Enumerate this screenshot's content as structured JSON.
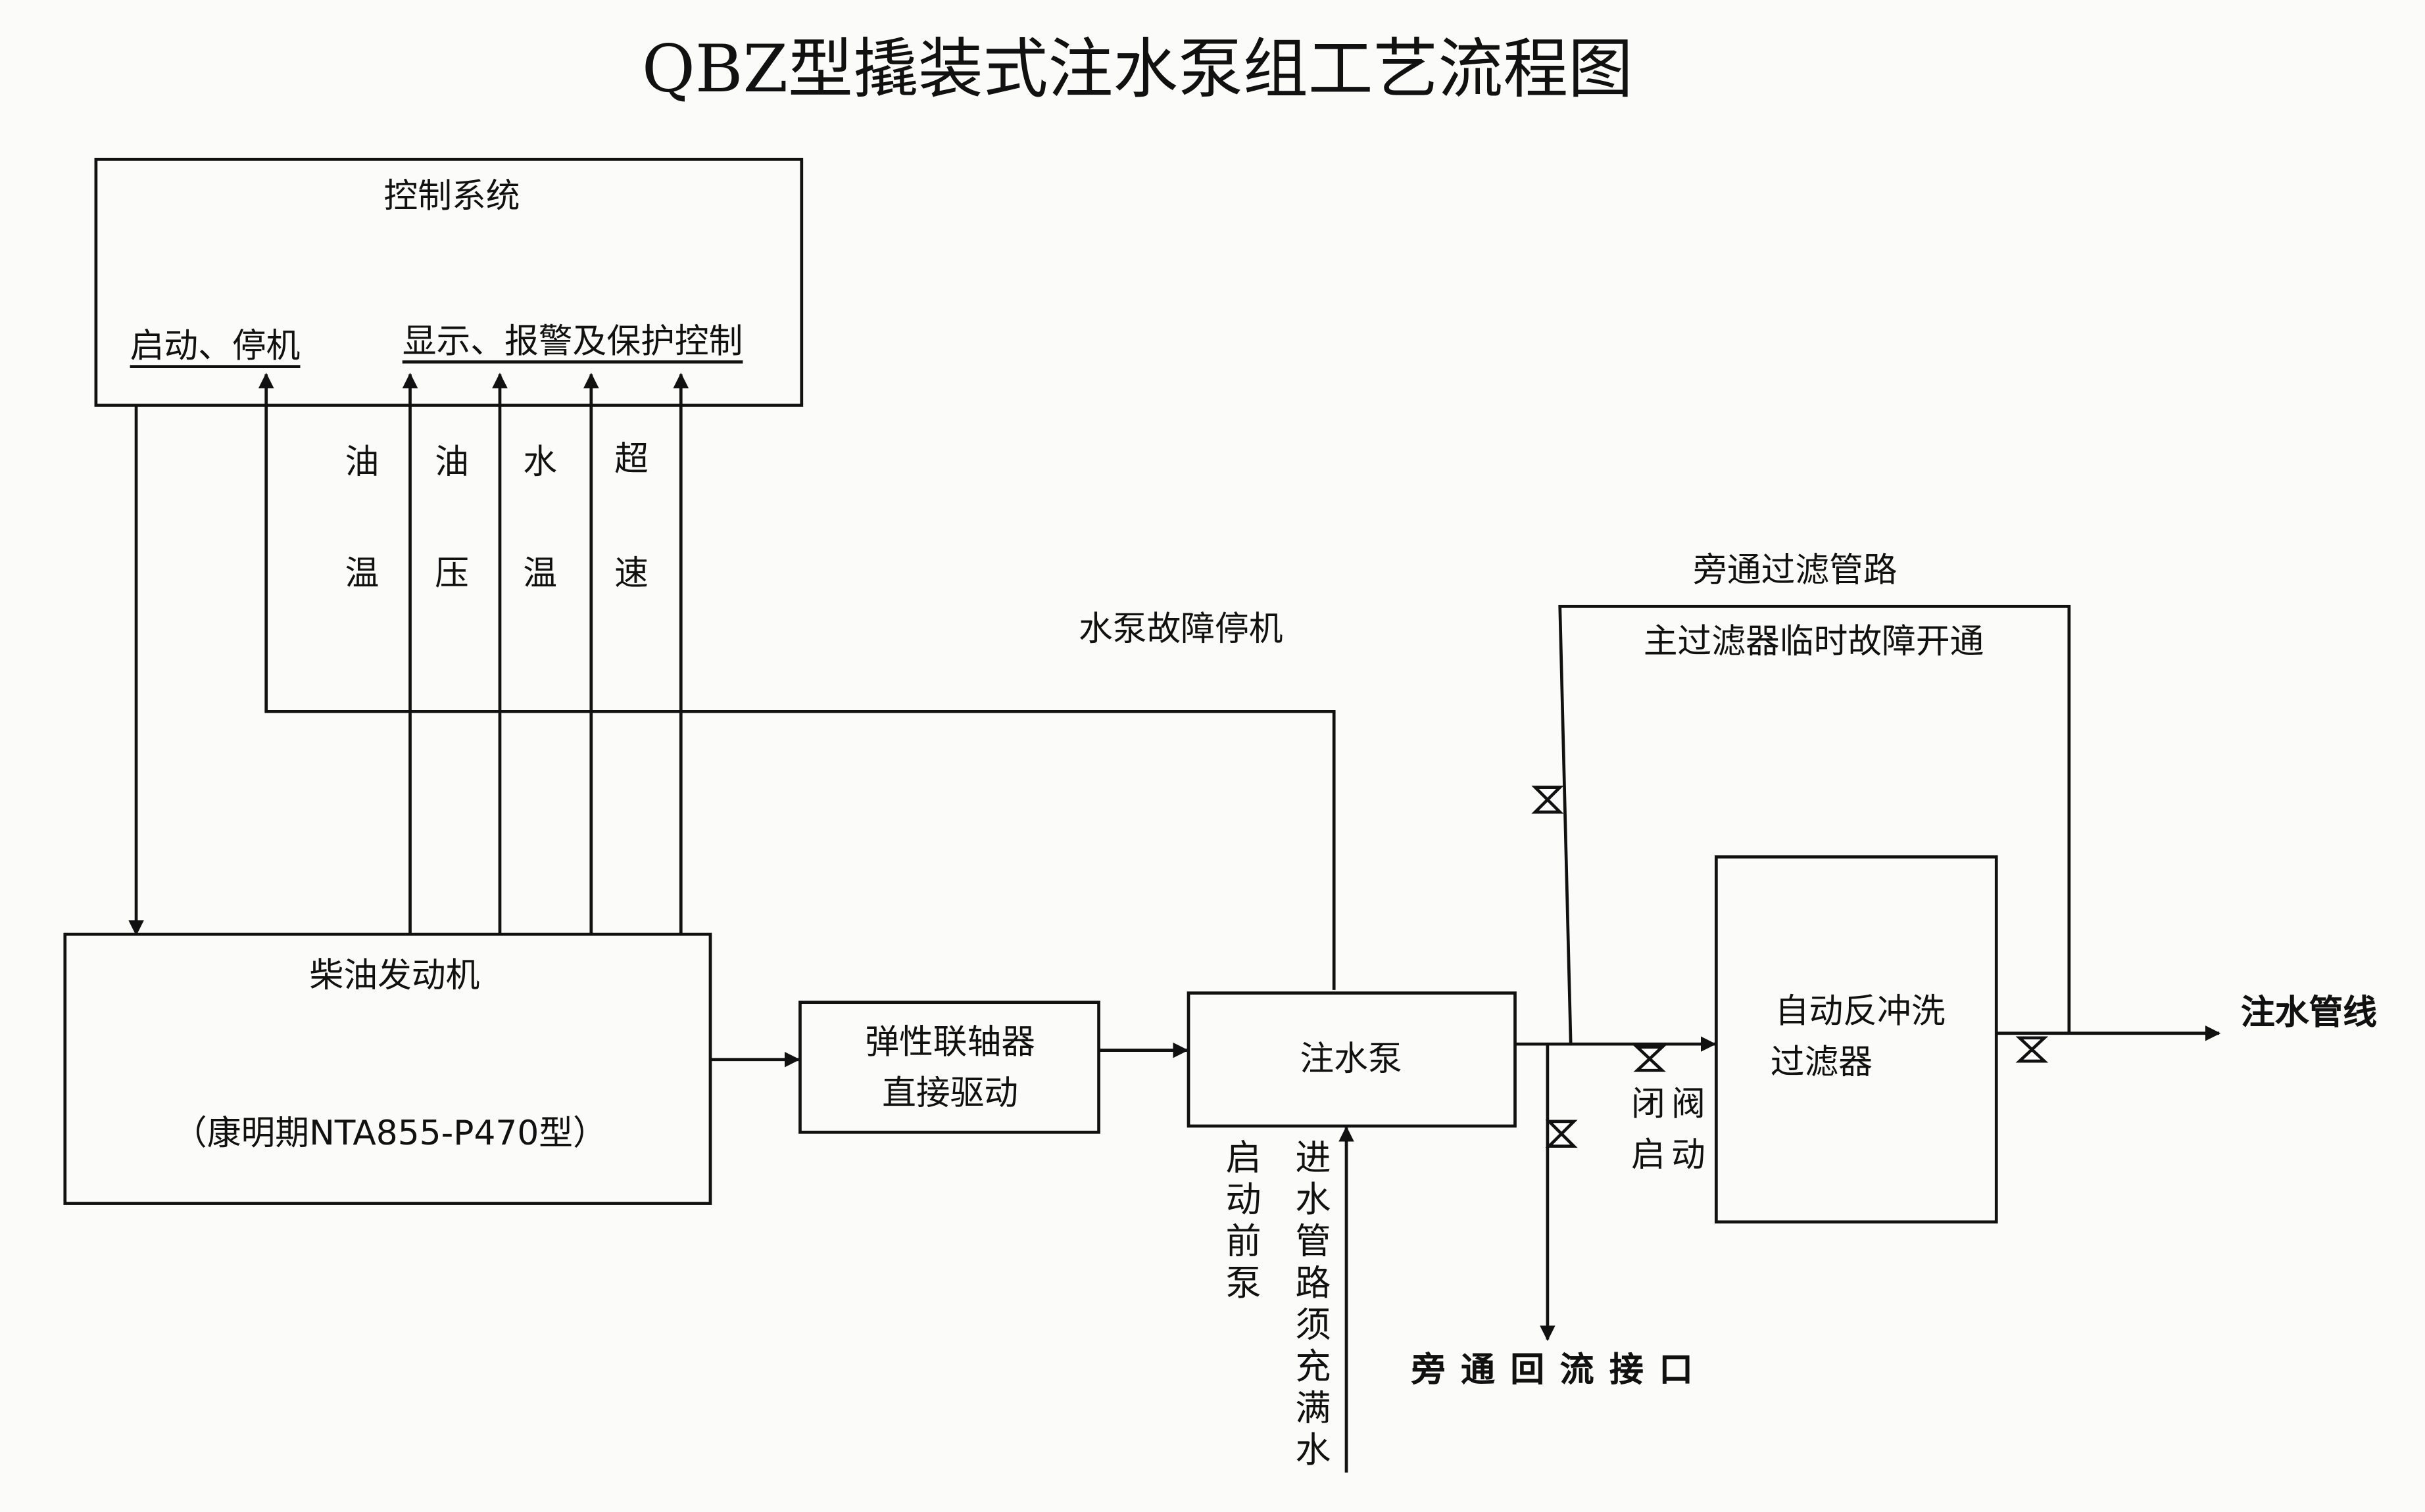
{
  "title": "QBZ型撬装式注水泵组工艺流程图",
  "control_system": {
    "title": "控制系统",
    "start_stop": "启动、停机",
    "display": "显示、报警及保护控制"
  },
  "sensors": [
    {
      "line1": "油",
      "line2": "温"
    },
    {
      "line1": "油",
      "line2": "压"
    },
    {
      "line1": "水",
      "line2": "温"
    },
    {
      "line1": "超",
      "line2": "速"
    }
  ],
  "pump_fault": "水泵故障停机",
  "engine": {
    "title": "柴油发动机",
    "model": "（康明期NTA855-P470型）"
  },
  "coupling": {
    "line1": "弹性联轴器",
    "line2": "直接驱动"
  },
  "pump": {
    "title": "注水泵"
  },
  "prime_note": "启动前泵",
  "inlet_note": "进水管路须充满水",
  "bypass": {
    "title": "旁通过滤管路",
    "note": "主过滤器临时故障开通"
  },
  "valve_note": {
    "line1": "闭阀",
    "line2": "启动"
  },
  "filter": {
    "line1": "自动反冲洗",
    "line2": "过滤器"
  },
  "outlet": "注水管线",
  "return_port": "旁通回流接口"
}
